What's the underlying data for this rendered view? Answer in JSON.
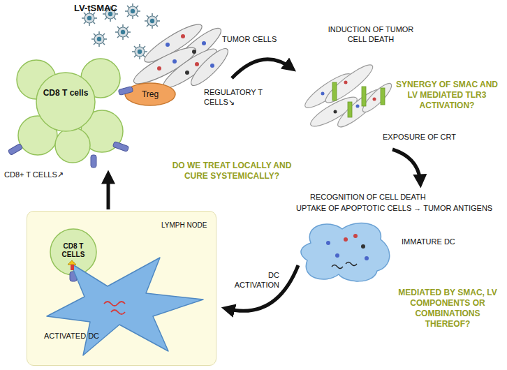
{
  "diagram": {
    "nodes": [
      {
        "text": [
          "Treg"
        ]
      },
      {
        "text": [
          "CD8 T cells"
        ]
      },
      {
        "text": [
          "IMMATURE DC"
        ]
      },
      {
        "text": [
          "LYMPH NODE"
        ]
      },
      {
        "text": [
          "CD8 T CELLS"
        ],
        "in": 3
      },
      {
        "text": [
          "ACTIVATED DC"
        ],
        "in": 3
      }
    ],
    "edges": [
      {
        "from": 3,
        "to": 1,
        "arrow": "to"
      },
      {
        "from": 2,
        "to": 3,
        "arrow": "to",
        "label": "DC ACTIVATION"
      }
    ],
    "labels": [
      "LV-tSMAC",
      "TUMOR CELLS",
      "REGULATORY T CELLS↘",
      "CD8+ T CELLS↗",
      "INDUCTION OF TUMOR CELL DEATH",
      "SYNERGY OF SMAC AND LV MEDIATED TLR3 ACTIVATION?",
      "EXPOSURE OF CRT",
      "RECOGNITION OF CELL DEATH",
      "UPTAKE OF APOPTOTIC CELLS → TUMOR ANTIGENS",
      "MEDIATED BY SMAC, LV COMPONENTS OR COMBINATIONS THEREOF?",
      "DO WE TREAT LOCALLY AND CURE SYSTEMICALLY?"
    ]
  }
}
